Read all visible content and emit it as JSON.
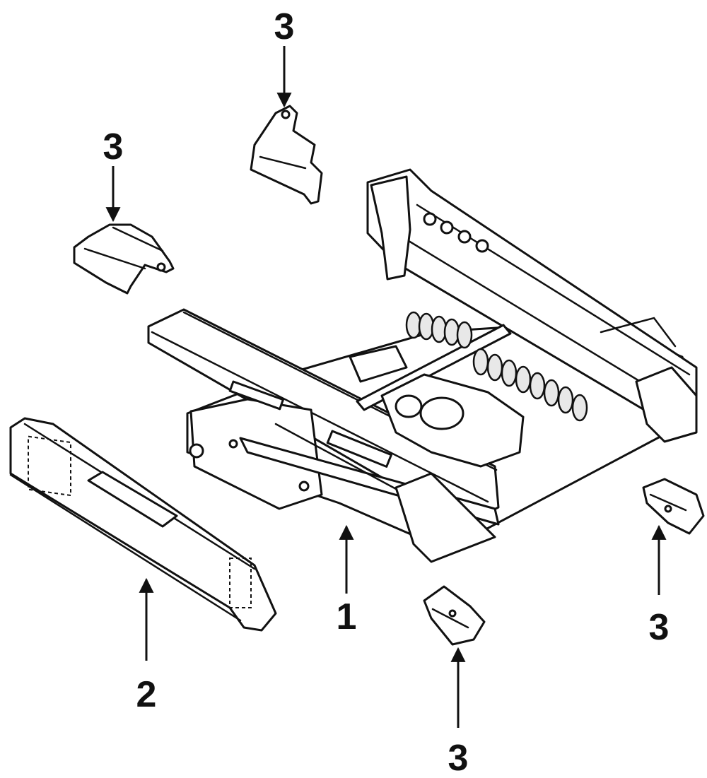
{
  "diagram": {
    "callouts": {
      "seat_track": "1",
      "track_cover": "2",
      "cover_top_center": "3",
      "cover_top_left": "3",
      "cover_right": "3",
      "cover_bottom_center": "3"
    }
  }
}
